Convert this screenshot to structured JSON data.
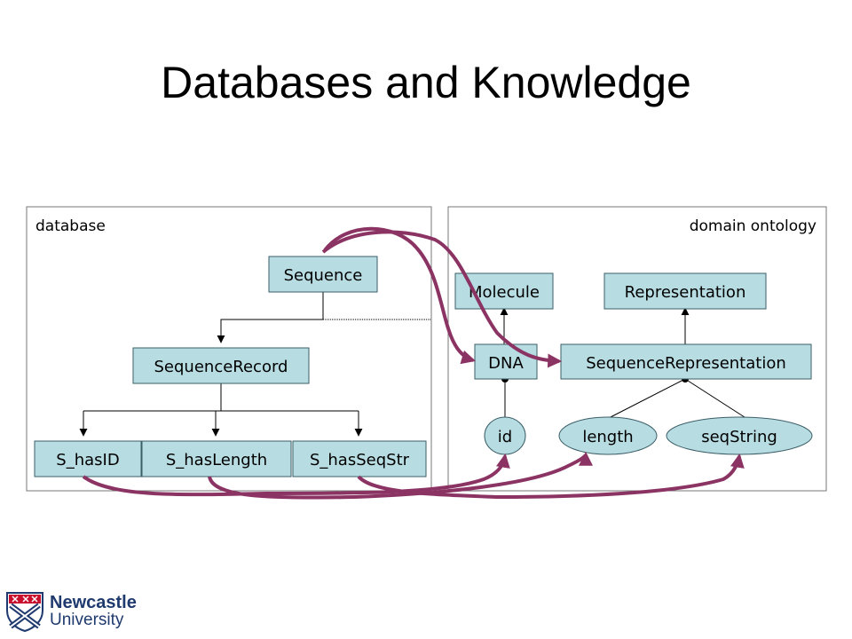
{
  "title": "Databases and Knowledge",
  "panels": {
    "left_label": "database",
    "right_label": "domain ontology"
  },
  "nodes": {
    "sequence": "Sequence",
    "sequence_record": "SequenceRecord",
    "s_has_id": "S_hasID",
    "s_has_length": "S_hasLength",
    "s_has_seq_str": "S_hasSeqStr",
    "molecule": "Molecule",
    "representation": "Representation",
    "dna": "DNA",
    "sequence_representation": "SequenceRepresentation",
    "id": "id",
    "length": "length",
    "seq_string": "seqString"
  },
  "logo": {
    "line1": "Newcastle",
    "line2": "University"
  },
  "colors": {
    "node_fill": "#b7dde3",
    "arrow": "#8b3464",
    "logo_blue": "#1f3a6e",
    "logo_red": "#c8102e"
  }
}
